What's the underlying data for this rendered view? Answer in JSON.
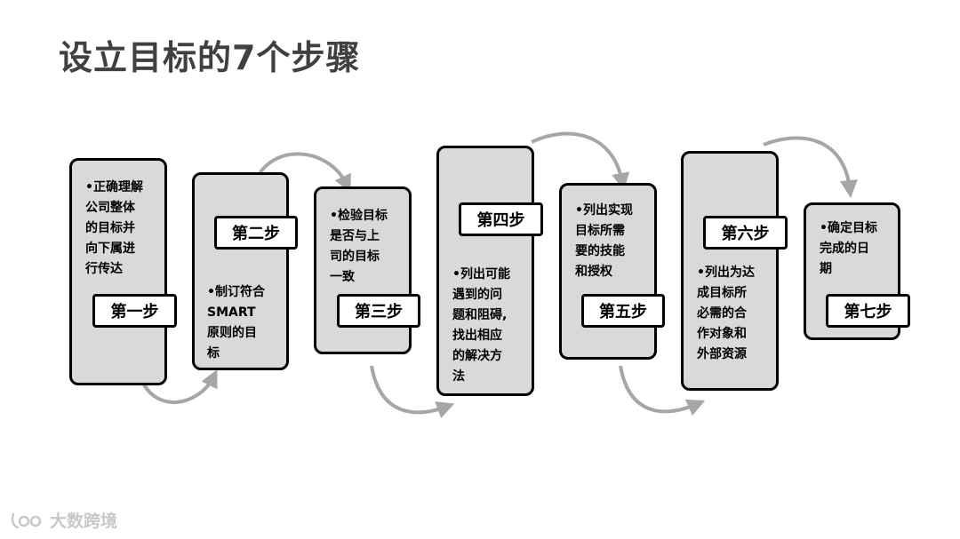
{
  "title": "设立目标的7个步骤",
  "steps": [
    {
      "label": "第一步",
      "text": "•正确理解\n公司整体\n的目标并\n向下属进\n行传达"
    },
    {
      "label": "第二步",
      "text": "•制订符合\nSMART\n原则的目\n标"
    },
    {
      "label": "第三步",
      "text": "•检验目标\n是否与上\n司的目标\n一致"
    },
    {
      "label": "第四步",
      "text": "•列出可能\n遇到的问\n题和阻碍,\n找出相应\n的解决方\n法"
    },
    {
      "label": "第五步",
      "text": "•列出实现\n目标所需\n要的技能\n和授权"
    },
    {
      "label": "第六步",
      "text": "•列出为达\n成目标所\n必需的合\n作对象和\n外部资源"
    },
    {
      "label": "第七步",
      "text": "•确定目标\n完成的日\n期"
    }
  ],
  "watermark": {
    "text": "大数跨境"
  },
  "colors": {
    "card_fill": "#d9d9d9",
    "border": "#000000",
    "arrow": "#a6a6a6",
    "title": "#404040"
  }
}
